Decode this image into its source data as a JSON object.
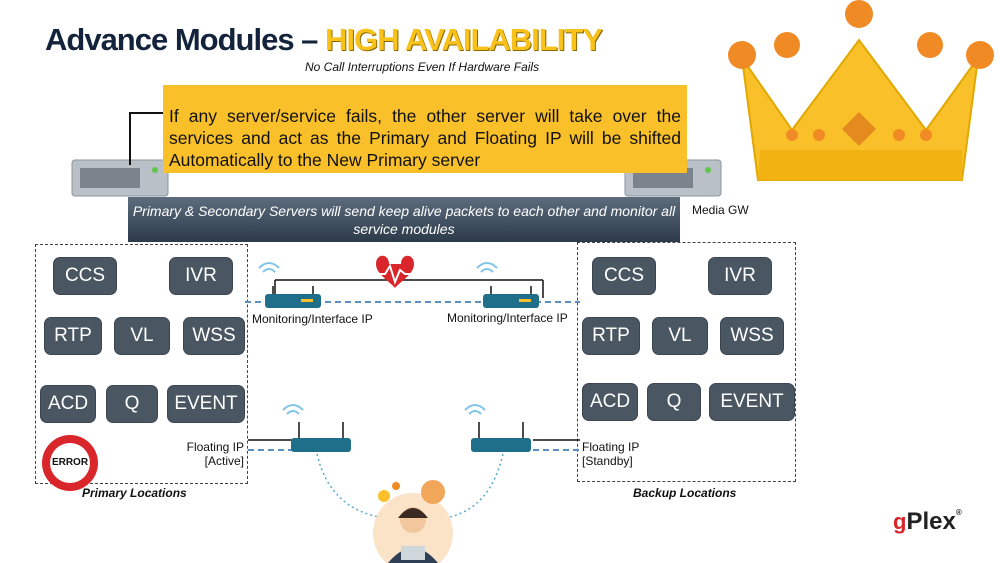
{
  "title": {
    "main": "Advance Modules – ",
    "highlight": "HIGH AVAILABILITY"
  },
  "subtitle": "No Call Interruptions Even If Hardware Fails",
  "callout": "If any server/service fails, the other server will take over the services and act as the Primary and Floating IP will be shifted Automatically to the New Primary server",
  "keepalive": "Primary & Secondary Servers will send keep alive packets to each other and monitor all service modules",
  "media_gw": "Media GW",
  "primary": {
    "modules": [
      "CCS",
      "IVR",
      "RTP",
      "VL",
      "WSS",
      "ACD",
      "Q",
      "EVENT"
    ],
    "location_label": "Primary Locations",
    "error_badge": "ERROR"
  },
  "backup": {
    "modules": [
      "CCS",
      "IVR",
      "RTP",
      "VL",
      "WSS",
      "ACD",
      "Q",
      "EVENT"
    ],
    "location_label": "Backup Locations"
  },
  "monitoring_left": "Monitoring/Interface IP",
  "monitoring_right": "Monitoring/Interface IP",
  "floating_left": {
    "line1": "Floating IP",
    "line2": "[Active]"
  },
  "floating_right": {
    "line1": "Floating IP",
    "line2": "[Standby]"
  },
  "logo": {
    "g": "g",
    "text": "Plex",
    "mark": "®"
  },
  "colors": {
    "highlight": "#f9c21b",
    "module": "#4a5763",
    "router": "#1f6f8b",
    "heart": "#d9262b",
    "crown": "#f9c02a"
  },
  "icons": [
    "crown-icon",
    "server-icon",
    "router-icon",
    "wifi-icon",
    "heartbeat-icon",
    "error-icon",
    "agent-icon"
  ]
}
